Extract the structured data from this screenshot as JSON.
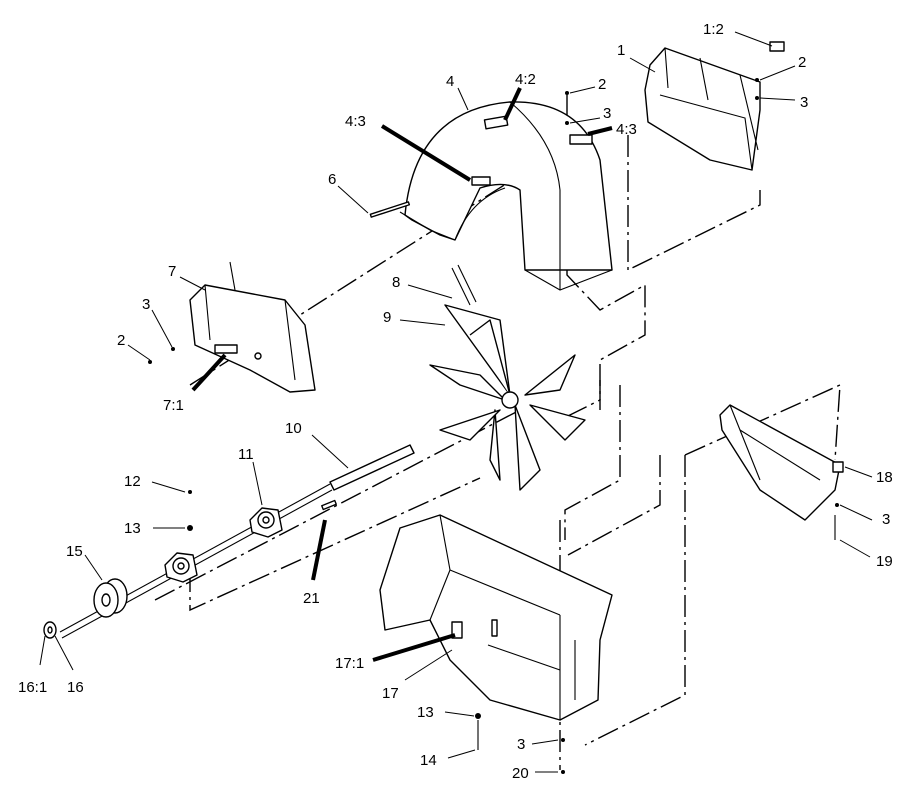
{
  "callouts": [
    {
      "id": "c-1-2",
      "text": "1:2"
    },
    {
      "id": "c-1",
      "text": "1"
    },
    {
      "id": "c-2a",
      "text": "2"
    },
    {
      "id": "c-2b",
      "text": "2"
    },
    {
      "id": "c-3a",
      "text": "3"
    },
    {
      "id": "c-3b",
      "text": "3"
    },
    {
      "id": "c-4",
      "text": "4"
    },
    {
      "id": "c-4-2",
      "text": "4:2"
    },
    {
      "id": "c-4-3a",
      "text": "4:3"
    },
    {
      "id": "c-4-3b",
      "text": "4:3"
    },
    {
      "id": "c-6",
      "text": "6"
    },
    {
      "id": "c-7",
      "text": "7"
    },
    {
      "id": "c-3c",
      "text": "3"
    },
    {
      "id": "c-2c",
      "text": "2"
    },
    {
      "id": "c-7-1",
      "text": "7:1"
    },
    {
      "id": "c-8",
      "text": "8"
    },
    {
      "id": "c-9",
      "text": "9"
    },
    {
      "id": "c-10",
      "text": "10"
    },
    {
      "id": "c-11",
      "text": "11"
    },
    {
      "id": "c-12",
      "text": "12"
    },
    {
      "id": "c-13a",
      "text": "13"
    },
    {
      "id": "c-15",
      "text": "15"
    },
    {
      "id": "c-16-1",
      "text": "16:1"
    },
    {
      "id": "c-16",
      "text": "16"
    },
    {
      "id": "c-21",
      "text": "21"
    },
    {
      "id": "c-17-1",
      "text": "17:1"
    },
    {
      "id": "c-17",
      "text": "17"
    },
    {
      "id": "c-13b",
      "text": "13"
    },
    {
      "id": "c-14",
      "text": "14"
    },
    {
      "id": "c-3d",
      "text": "3"
    },
    {
      "id": "c-20",
      "text": "20"
    },
    {
      "id": "c-18",
      "text": "18"
    },
    {
      "id": "c-3e",
      "text": "3"
    },
    {
      "id": "c-19",
      "text": "19"
    }
  ]
}
